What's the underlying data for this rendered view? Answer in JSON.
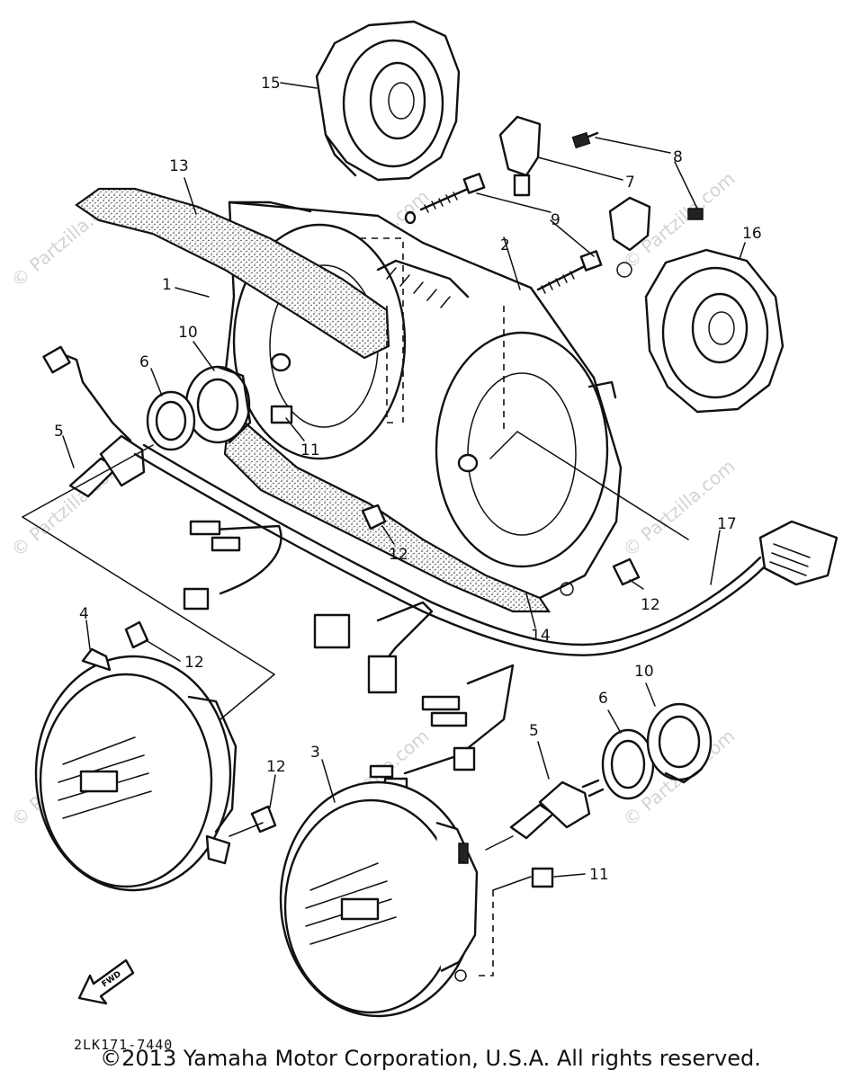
{
  "diagram": {
    "part_code": "2LK171-7440",
    "copyright": "©2013 Yamaha Motor Corporation, U.S.A. All rights reserved.",
    "fwd_label": "FWD",
    "watermark": "© Partzilla.com",
    "callouts": {
      "c1": "1",
      "c2": "2",
      "c3": "3",
      "c4": "4",
      "c5a": "5",
      "c5b": "5",
      "c6a": "6",
      "c6b": "6",
      "c7": "7",
      "c8": "8",
      "c9": "9",
      "c10a": "10",
      "c10b": "10",
      "c11a": "11",
      "c11b": "11",
      "c12a": "12",
      "c12b": "12",
      "c12c": "12",
      "c12d": "12",
      "c13": "13",
      "c14": "14",
      "c15": "15",
      "c16": "16",
      "c17": "17"
    }
  }
}
